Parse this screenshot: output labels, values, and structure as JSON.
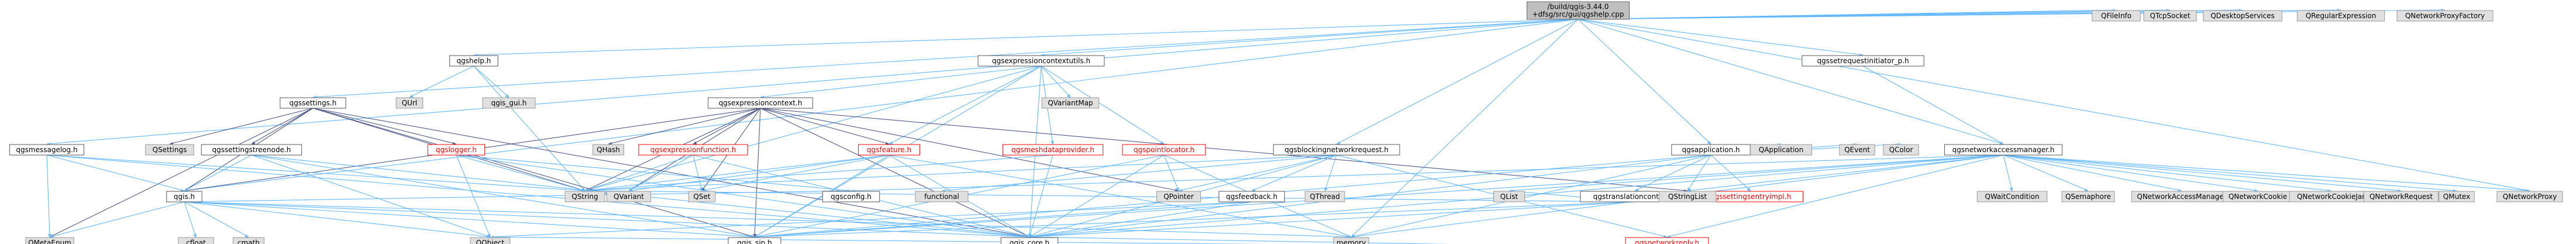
{
  "colors": {
    "root_fill": "#bfbfbf",
    "root_stroke": "#666666",
    "node_fill": "#ffffff",
    "node_stroke": "#555555",
    "missing_fill": "#e0e0e0",
    "missing_stroke": "#999999",
    "red_text": "#ff0000",
    "edge_blue": "#63b8ff",
    "edge_dark": "#4f5a8a"
  },
  "root": {
    "id": "root",
    "lines": [
      "/build/qgis-3.44.0",
      "+dfsg/src/gui/qgshelp.cpp"
    ]
  },
  "nodes": [
    {
      "id": "qgshelp",
      "label": "qgshelp.h",
      "style": "normal"
    },
    {
      "id": "qgsexprctxutils",
      "label": "qgsexpressioncontextutils.h",
      "style": "normal"
    },
    {
      "id": "qgsapplication",
      "label": "qgsapplication.h",
      "style": "normal"
    },
    {
      "id": "qgssetrequest",
      "label": "qgssetrequestinitiator_p.h",
      "style": "normal"
    },
    {
      "id": "qgsnetaccmgr",
      "label": "qgsnetworkaccessmanager.h",
      "style": "normal"
    },
    {
      "id": "qgssettings",
      "label": "qgssettings.h",
      "style": "normal"
    },
    {
      "id": "qgsmessagelog",
      "label": "qgsmessagelog.h",
      "style": "normal"
    },
    {
      "id": "qgsexprctx",
      "label": "qgsexpressioncontext.h",
      "style": "normal"
    },
    {
      "id": "qgsblocknet",
      "label": "qgsblockingnetworkrequest.h",
      "style": "normal"
    },
    {
      "id": "qgstransctx",
      "label": "qgstranslationcontext.h",
      "style": "normal"
    },
    {
      "id": "qgssettingstree",
      "label": "qgssettingstreenode.h",
      "style": "normal"
    },
    {
      "id": "qgslogger",
      "label": "qgslogger.h",
      "style": "red"
    },
    {
      "id": "qgsexprfunc",
      "label": "qgsexpressionfunction.h",
      "style": "red"
    },
    {
      "id": "qgsfeature",
      "label": "qgsfeature.h",
      "style": "red"
    },
    {
      "id": "qgsmeshdata",
      "label": "qgsmeshdataprovider.h",
      "style": "red"
    },
    {
      "id": "qgspointloc",
      "label": "qgspointlocator.h",
      "style": "red"
    },
    {
      "id": "qgssetentryimpl",
      "label": "qgssettingsentryimpl.h",
      "style": "red"
    },
    {
      "id": "qgsnetreply",
      "label": "qgsnetworkreply.h",
      "style": "red"
    },
    {
      "id": "qgsfeedback",
      "label": "qgsfeedback.h",
      "style": "normal"
    },
    {
      "id": "qgis",
      "label": "qgis.h",
      "style": "normal"
    },
    {
      "id": "qgsconfig",
      "label": "qgsconfig.h",
      "style": "normal"
    },
    {
      "id": "qgis_sip",
      "label": "qgis_sip.h",
      "style": "normal"
    },
    {
      "id": "qgis_core",
      "label": "qgis_core.h",
      "style": "normal"
    },
    {
      "id": "qgis_gui",
      "label": "qgis_gui.h",
      "style": "missing"
    },
    {
      "id": "QUrl",
      "label": "QUrl",
      "style": "missing"
    },
    {
      "id": "QSettings",
      "label": "QSettings",
      "style": "missing"
    },
    {
      "id": "QString",
      "label": "QString",
      "style": "missing"
    },
    {
      "id": "QVariant",
      "label": "QVariant",
      "style": "missing"
    },
    {
      "id": "QSet",
      "label": "QSet",
      "style": "missing"
    },
    {
      "id": "QHash",
      "label": "QHash",
      "style": "missing"
    },
    {
      "id": "QVariantMap",
      "label": "QVariantMap",
      "style": "missing"
    },
    {
      "id": "QPointer",
      "label": "QPointer",
      "style": "missing"
    },
    {
      "id": "QThread",
      "label": "QThread",
      "style": "missing"
    },
    {
      "id": "QList",
      "label": "QList",
      "style": "missing"
    },
    {
      "id": "QStringList",
      "label": "QStringList",
      "style": "missing"
    },
    {
      "id": "QApplication",
      "label": "QApplication",
      "style": "missing"
    },
    {
      "id": "QEvent",
      "label": "QEvent",
      "style": "missing"
    },
    {
      "id": "QColor",
      "label": "QColor",
      "style": "missing"
    },
    {
      "id": "QMetaEnum",
      "label": "QMetaEnum",
      "style": "missing"
    },
    {
      "id": "QObject",
      "label": "QObject",
      "style": "missing"
    },
    {
      "id": "cfloat",
      "label": "cfloat",
      "style": "missing"
    },
    {
      "id": "cmath",
      "label": "cmath",
      "style": "missing"
    },
    {
      "id": "memory",
      "label": "memory",
      "style": "missing"
    },
    {
      "id": "functional",
      "label": "functional",
      "style": "missing"
    },
    {
      "id": "QWaitCondition",
      "label": "QWaitCondition",
      "style": "missing"
    },
    {
      "id": "QSemaphore",
      "label": "QSemaphore",
      "style": "missing"
    },
    {
      "id": "QNAM",
      "label": "QNetworkAccessManager",
      "style": "missing"
    },
    {
      "id": "QNetworkCookie",
      "label": "QNetworkCookie",
      "style": "missing"
    },
    {
      "id": "QNetworkCookieJar",
      "label": "QNetworkCookieJar",
      "style": "missing"
    },
    {
      "id": "QNetworkRequest",
      "label": "QNetworkRequest",
      "style": "missing"
    },
    {
      "id": "QMutex",
      "label": "QMutex",
      "style": "missing"
    },
    {
      "id": "QNetworkProxy",
      "label": "QNetworkProxy",
      "style": "missing"
    },
    {
      "id": "QFileInfo",
      "label": "QFileInfo",
      "style": "missing"
    },
    {
      "id": "QTcpSocket",
      "label": "QTcpSocket",
      "style": "missing"
    },
    {
      "id": "QDesktopServices",
      "label": "QDesktopServices",
      "style": "missing"
    },
    {
      "id": "QRegularExpression",
      "label": "QRegularExpression",
      "style": "missing"
    },
    {
      "id": "QNetworkProxyFactory",
      "label": "QNetworkProxyFactory",
      "style": "missing"
    }
  ],
  "edges": [
    [
      "root",
      "qgshelp"
    ],
    [
      "root",
      "qgsexprctxutils"
    ],
    [
      "root",
      "qgsapplication"
    ],
    [
      "root",
      "qgssetrequest"
    ],
    [
      "root",
      "qgsnetaccmgr"
    ],
    [
      "root",
      "qgssettings"
    ],
    [
      "root",
      "qgsmessagelog"
    ],
    [
      "root",
      "qgsblocknet"
    ],
    [
      "root",
      "QFileInfo"
    ],
    [
      "root",
      "QTcpSocket"
    ],
    [
      "root",
      "QDesktopServices"
    ],
    [
      "root",
      "QRegularExpression"
    ],
    [
      "root",
      "QNetworkProxyFactory"
    ],
    [
      "root",
      "QNetworkProxy"
    ],
    [
      "root",
      "qgis"
    ],
    [
      "root",
      "memory"
    ],
    [
      "qgshelp",
      "qgis_gui"
    ],
    [
      "qgshelp",
      "QUrl"
    ],
    [
      "qgshelp",
      "QString"
    ],
    [
      "qgsexprctxutils",
      "qgsexprctx"
    ],
    [
      "qgsexprctxutils",
      "qgsfeature"
    ],
    [
      "qgsexprctxutils",
      "qgsmeshdata"
    ],
    [
      "qgsexprctxutils",
      "qgspointloc"
    ],
    [
      "qgsexprctxutils",
      "QVariantMap"
    ],
    [
      "qgsexprctxutils",
      "qgis_core"
    ],
    [
      "qgsexprctxutils",
      "qgis_sip"
    ],
    [
      "qgsexprctxutils",
      "QString"
    ],
    [
      "qgsexprctx",
      "QHash"
    ],
    [
      "qgsexprctx",
      "qgsexprfunc"
    ],
    [
      "qgsexprctx",
      "qgsfeature"
    ],
    [
      "qgsexprctx",
      "QString"
    ],
    [
      "qgsexprctx",
      "QStringList"
    ],
    [
      "qgsexprctx",
      "QSet"
    ],
    [
      "qgsexprctx",
      "QVariant"
    ],
    [
      "qgsexprctx",
      "qgis_core"
    ],
    [
      "qgsexprctx",
      "qgis_sip"
    ],
    [
      "qgsexprctx",
      "qgis"
    ],
    [
      "qgsexprctx",
      "QPointer"
    ],
    [
      "qgsexprfunc",
      "QString"
    ],
    [
      "qgsexprfunc",
      "QVariant"
    ],
    [
      "qgsexprfunc",
      "QSet"
    ],
    [
      "qgsexprfunc",
      "qgis_core"
    ],
    [
      "qgsfeature",
      "qgis_core"
    ],
    [
      "qgsfeature",
      "qgis_sip"
    ],
    [
      "qgsfeature",
      "QString"
    ],
    [
      "qgsfeature",
      "QSet"
    ],
    [
      "qgsfeature",
      "memory"
    ],
    [
      "qgsfeature",
      "QVariant"
    ],
    [
      "qgsmeshdata",
      "qgis_core"
    ],
    [
      "qgsmeshdata",
      "QString"
    ],
    [
      "qgspointloc",
      "qgis_core"
    ],
    [
      "qgspointloc",
      "QPointer"
    ],
    [
      "qgspointloc",
      "qgis_sip"
    ],
    [
      "qgspointloc",
      "memory"
    ],
    [
      "qgssettings",
      "QSettings"
    ],
    [
      "qgssettings",
      "qgssettingstree"
    ],
    [
      "qgssettings",
      "qgslogger"
    ],
    [
      "qgssettings",
      "qgis_core"
    ],
    [
      "qgssettings",
      "qgis_sip"
    ],
    [
      "qgssettings",
      "qgis"
    ],
    [
      "qgssettings",
      "QMetaEnum"
    ],
    [
      "qgssettings",
      "QString"
    ],
    [
      "qgssettingstree",
      "qgis"
    ],
    [
      "qgssettingstree",
      "qgis_core"
    ],
    [
      "qgssettingstree",
      "qgis_sip"
    ],
    [
      "qgssettingstree",
      "QObject"
    ],
    [
      "qgslogger",
      "QString"
    ],
    [
      "qgslogger",
      "qgsconfig"
    ],
    [
      "qgslogger",
      "qgis_core"
    ],
    [
      "qgslogger",
      "QObject"
    ],
    [
      "qgsmessagelog",
      "qgis"
    ],
    [
      "qgsmessagelog",
      "qgis_core"
    ],
    [
      "qgsmessagelog",
      "QString"
    ],
    [
      "qgsmessagelog",
      "QMetaEnum"
    ],
    [
      "qgis",
      "QMetaEnum"
    ],
    [
      "qgis",
      "cfloat"
    ],
    [
      "qgis",
      "cmath"
    ],
    [
      "qgis",
      "qgis_core"
    ],
    [
      "qgis",
      "qgis_sip"
    ],
    [
      "qgis",
      "QObject"
    ],
    [
      "qgis",
      "qgsconfig"
    ],
    [
      "qgis",
      "memory"
    ],
    [
      "qgsblocknet",
      "qgsfeedback"
    ],
    [
      "qgsblocknet",
      "QThread"
    ],
    [
      "qgsblocknet",
      "QPointer"
    ],
    [
      "qgsblocknet",
      "qgis_core"
    ],
    [
      "qgsblocknet",
      "QString"
    ],
    [
      "qgsblocknet",
      "functional"
    ],
    [
      "qgsblocknet",
      "qgsnetreply"
    ],
    [
      "qgsfeedback",
      "QObject"
    ],
    [
      "qgsfeedback",
      "qgis_core"
    ],
    [
      "qgsfeedback",
      "qgis_sip"
    ],
    [
      "qgsapplication",
      "QApplication"
    ],
    [
      "qgsapplication",
      "QEvent"
    ],
    [
      "qgsapplication",
      "QColor"
    ],
    [
      "qgsapplication",
      "qgssetentryimpl"
    ],
    [
      "qgsapplication",
      "qgstransctx"
    ],
    [
      "qgsapplication",
      "qgis_core"
    ],
    [
      "qgsapplication",
      "qgis_sip"
    ],
    [
      "qgsapplication",
      "memory"
    ],
    [
      "qgsapplication",
      "QStringList"
    ],
    [
      "qgstransctx",
      "QList"
    ],
    [
      "qgstransctx",
      "qgis_core"
    ],
    [
      "qgstransctx",
      "qgis_sip"
    ],
    [
      "qgstransctx",
      "QString"
    ],
    [
      "qgssetrequest",
      "qgsnetaccmgr"
    ],
    [
      "qgsnetaccmgr",
      "qgsnetreply"
    ],
    [
      "qgsnetaccmgr",
      "QWaitCondition"
    ],
    [
      "qgsnetaccmgr",
      "QSemaphore"
    ],
    [
      "qgsnetaccmgr",
      "QNAM"
    ],
    [
      "qgsnetaccmgr",
      "QNetworkCookie"
    ],
    [
      "qgsnetaccmgr",
      "QNetworkCookieJar"
    ],
    [
      "qgsnetaccmgr",
      "QNetworkRequest"
    ],
    [
      "qgsnetaccmgr",
      "QMutex"
    ],
    [
      "qgsnetaccmgr",
      "QNetworkProxy"
    ],
    [
      "qgsnetaccmgr",
      "QStringList"
    ],
    [
      "qgsnetaccmgr",
      "QList"
    ],
    [
      "qgsnetaccmgr",
      "qgis_core"
    ],
    [
      "qgsnetaccmgr",
      "qgis_sip"
    ],
    [
      "qgsnetaccmgr",
      "memory"
    ],
    [
      "qgsnetaccmgr",
      "qgsconfig"
    ],
    [
      "qgsnetreply",
      "qgis_core"
    ],
    [
      "qgsnetreply",
      "QObject"
    ]
  ]
}
